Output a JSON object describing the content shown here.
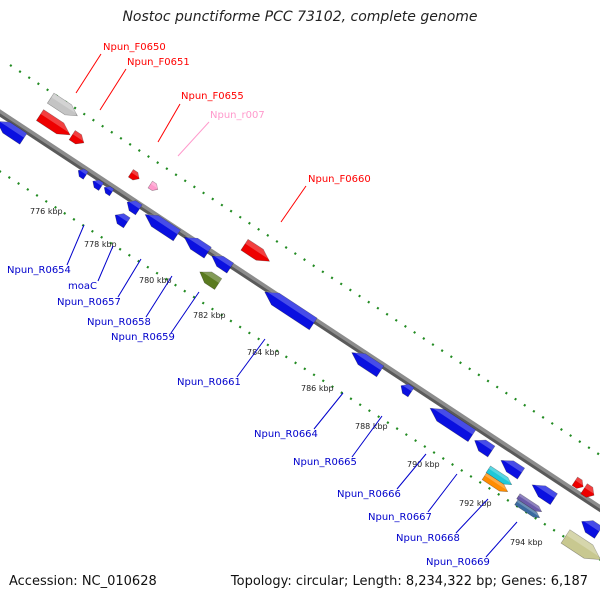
{
  "title": "Nostoc punctiforme PCC 73102, complete genome",
  "footer": {
    "accession": "Accession: NC_010628",
    "summary": "Topology: circular; Length: 8,234,322 bp; Genes: 6,187"
  },
  "colors": {
    "backbone": "#8c8c8c",
    "forward_label": "#ff0000",
    "reverse_label": "#0000cc",
    "rna_label": "#ff99cc",
    "tick_dots": "#228b22"
  },
  "scale_ticks": [
    "776 kbp",
    "778 kbp",
    "780 kbp",
    "782 kbp",
    "784 kbp",
    "786 kbp",
    "788 kbp",
    "790 kbp",
    "792 kbp",
    "794 kbp"
  ],
  "forward_labels": [
    "Npun_F0650",
    "Npun_F0651",
    "Npun_F0655",
    "Npun_r007",
    "Npun_F0660"
  ],
  "reverse_labels": [
    "Npun_R0654",
    "moaC",
    "Npun_R0657",
    "Npun_R0658",
    "Npun_R0659",
    "Npun_R0661",
    "Npun_R0664",
    "Npun_R0665",
    "Npun_R0666",
    "Npun_R0667",
    "Npun_R0668",
    "Npun_R0669"
  ]
}
